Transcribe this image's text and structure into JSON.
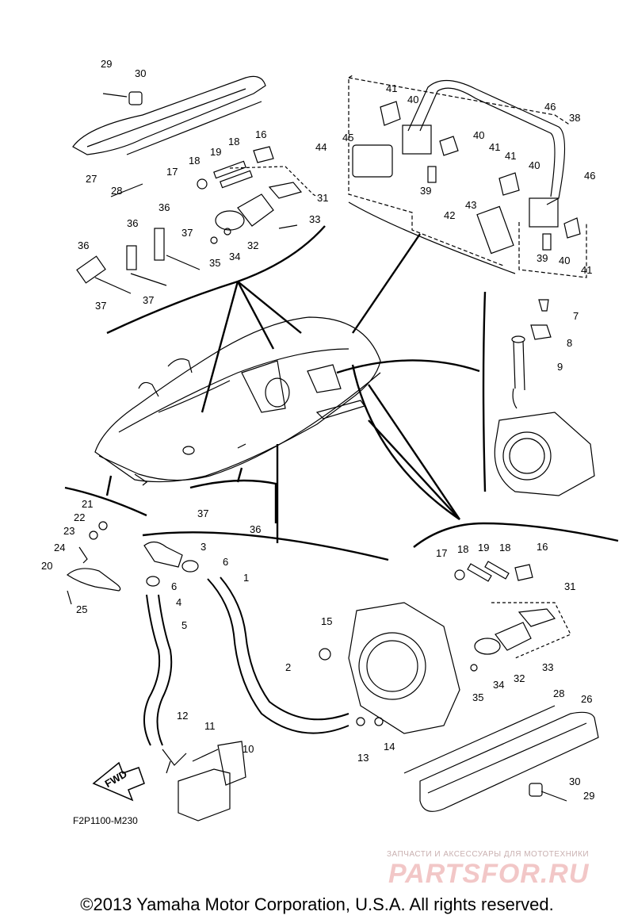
{
  "diagram_code": "F2P1100-M230",
  "fwd_label": "FWD",
  "copyright": "©2013 Yamaha Motor Corporation, U.S.A. All rights reserved.",
  "watermark": {
    "tagline": "ЗАПЧАСТИ И АКСЕССУАРЫ ДЛЯ МОТОТЕХНИКИ",
    "logo": "PARTSFOR.RU"
  },
  "callouts": {
    "c1": "1",
    "c2": "2",
    "c3": "3",
    "c4": "4",
    "c5": "5",
    "c6a": "6",
    "c6b": "6",
    "c7": "7",
    "c8": "8",
    "c9": "9",
    "c10": "10",
    "c11": "11",
    "c12": "12",
    "c13": "13",
    "c14": "14",
    "c15": "15",
    "c16a": "16",
    "c16b": "16",
    "c17a": "17",
    "c17b": "17",
    "c18a": "18",
    "c18b": "18",
    "c18c": "18",
    "c18d": "18",
    "c19a": "19",
    "c19b": "19",
    "c20": "20",
    "c21": "21",
    "c22": "22",
    "c23": "23",
    "c24": "24",
    "c25": "25",
    "c26": "26",
    "c27": "27",
    "c28a": "28",
    "c28b": "28",
    "c29a": "29",
    "c29b": "29",
    "c30a": "30",
    "c30b": "30",
    "c31a": "31",
    "c31b": "31",
    "c32a": "32",
    "c32b": "32",
    "c33a": "33",
    "c33b": "33",
    "c34a": "34",
    "c34b": "34",
    "c35a": "35",
    "c35b": "35",
    "c36a": "36",
    "c36b": "36",
    "c36c": "36",
    "c36d": "36",
    "c37a": "37",
    "c37b": "37",
    "c37c": "37",
    "c37d": "37",
    "c38": "38",
    "c39a": "39",
    "c39b": "39",
    "c40a": "40",
    "c40b": "40",
    "c40c": "40",
    "c40d": "40",
    "c41a": "41",
    "c41b": "41",
    "c41c": "41",
    "c41d": "41",
    "c42": "42",
    "c43": "43",
    "c44": "44",
    "c45": "45",
    "c46a": "46",
    "c46b": "46"
  }
}
